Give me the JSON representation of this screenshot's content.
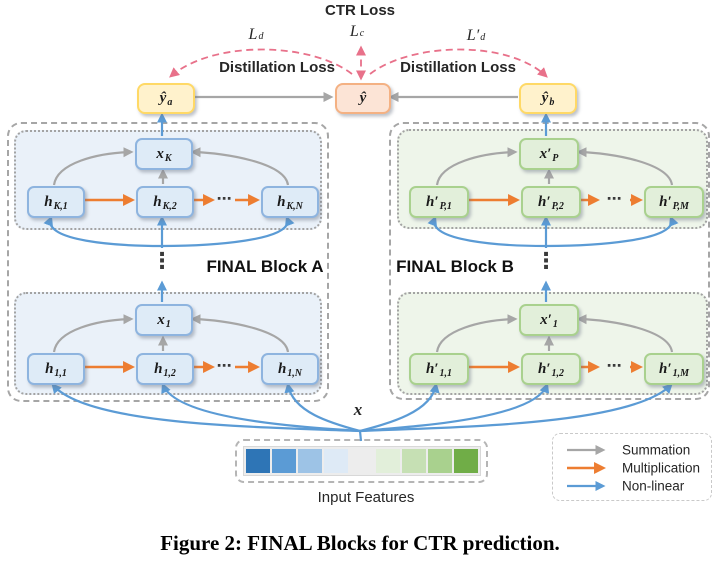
{
  "figure": {
    "caption": "Figure 2: FINAL Blocks for CTR prediction."
  },
  "loss": {
    "ctr": "CTR Loss",
    "lc_base": "L",
    "lc_sub": "c",
    "ld_base": "L",
    "ld_sub": "d",
    "ldp_base": "L′",
    "ldp_sub": "d",
    "distill_left": "Distillation Loss",
    "distill_right": "Distillation Loss"
  },
  "outputs": {
    "ya_base": "ŷ",
    "ya_sub": "a",
    "y_base": "ŷ",
    "yb_base": "ŷ",
    "yb_sub": "b"
  },
  "block_a": {
    "label": "FINAL Block A",
    "vdots": "⋮",
    "top": {
      "x_base": "x",
      "x_sub": "K",
      "h1_base": "h",
      "h1_sub": "K,1",
      "h2_base": "h",
      "h2_sub": "K,2",
      "hdots": "⋯",
      "hn_base": "h",
      "hn_sub": "K,N"
    },
    "bottom": {
      "x_base": "x",
      "x_sub": "1",
      "h1_base": "h",
      "h1_sub": "1,1",
      "h2_base": "h",
      "h2_sub": "1,2",
      "hdots": "⋯",
      "hn_base": "h",
      "hn_sub": "1,N"
    }
  },
  "block_b": {
    "label": "FINAL Block B",
    "vdots": "⋮",
    "top": {
      "x_base": "x′",
      "x_sub": "P",
      "h1_base": "h′",
      "h1_sub": "P,1",
      "h2_base": "h′",
      "h2_sub": "P,2",
      "hdots": "⋯",
      "hn_base": "h′",
      "hn_sub": "P,M"
    },
    "bottom": {
      "x_base": "x′",
      "x_sub": "1",
      "h1_base": "h′",
      "h1_sub": "1,1",
      "h2_base": "h′",
      "h2_sub": "1,2",
      "hdots": "⋯",
      "hn_base": "h′",
      "hn_sub": "1,M"
    }
  },
  "input": {
    "x_label": "x",
    "features_label": "Input Features",
    "feature_colors": [
      "#2E75B6",
      "#5B9BD5",
      "#9DC3E6",
      "#DEEAF6",
      "#EDEDED",
      "#E2EFDA",
      "#C6E0B4",
      "#A9D18E",
      "#70AD47"
    ]
  },
  "legend": {
    "items": [
      {
        "name": "Summation",
        "color": "#A6A6A6"
      },
      {
        "name": "Multiplication",
        "color": "#ED7D31"
      },
      {
        "name": "Non-linear",
        "color": "#5B9BD5"
      }
    ]
  },
  "colors": {
    "arrow-gray": "#A6A6A6",
    "arrow-orange": "#ED7D31",
    "arrow-blue": "#5B9BD5",
    "arrow-pink": "#E8718A",
    "node-blue-fill": "#DEEBF7",
    "node-blue-border": "#8EB4DF",
    "node-green-fill": "#E2EFDA",
    "node-green-border": "#A9D18E",
    "node-yellow-fill": "#FFF2CC",
    "node-yellow-border": "#FFD966",
    "node-peach-fill": "#FCE4D6",
    "node-peach-border": "#F4B183",
    "panel-blue": "#EAF1F9",
    "panel-green": "#EEF5EA"
  }
}
